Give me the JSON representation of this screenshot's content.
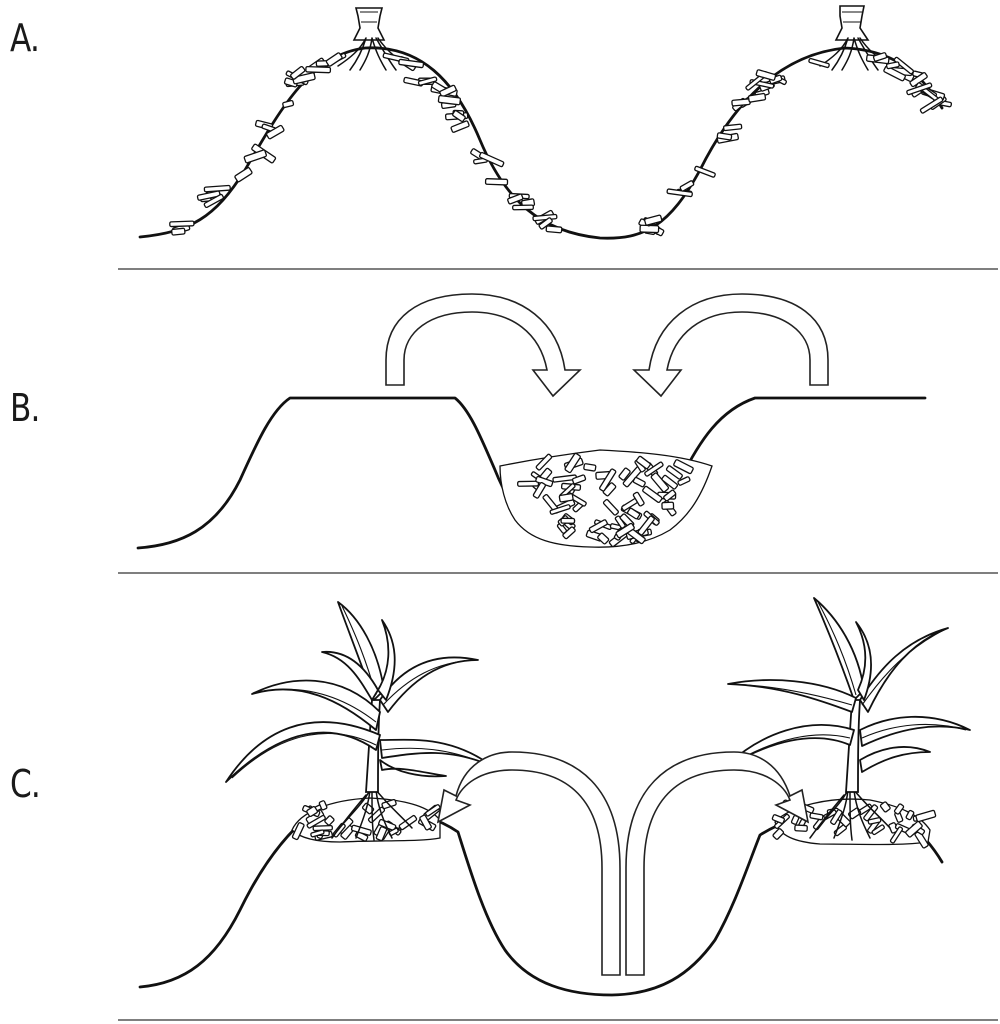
{
  "panels": [
    {
      "id": "a",
      "label": "A."
    },
    {
      "id": "b",
      "label": "B."
    },
    {
      "id": "c",
      "label": "C."
    }
  ],
  "colors": {
    "ink": "#111111",
    "background": "#ffffff",
    "rule": "#333333"
  }
}
